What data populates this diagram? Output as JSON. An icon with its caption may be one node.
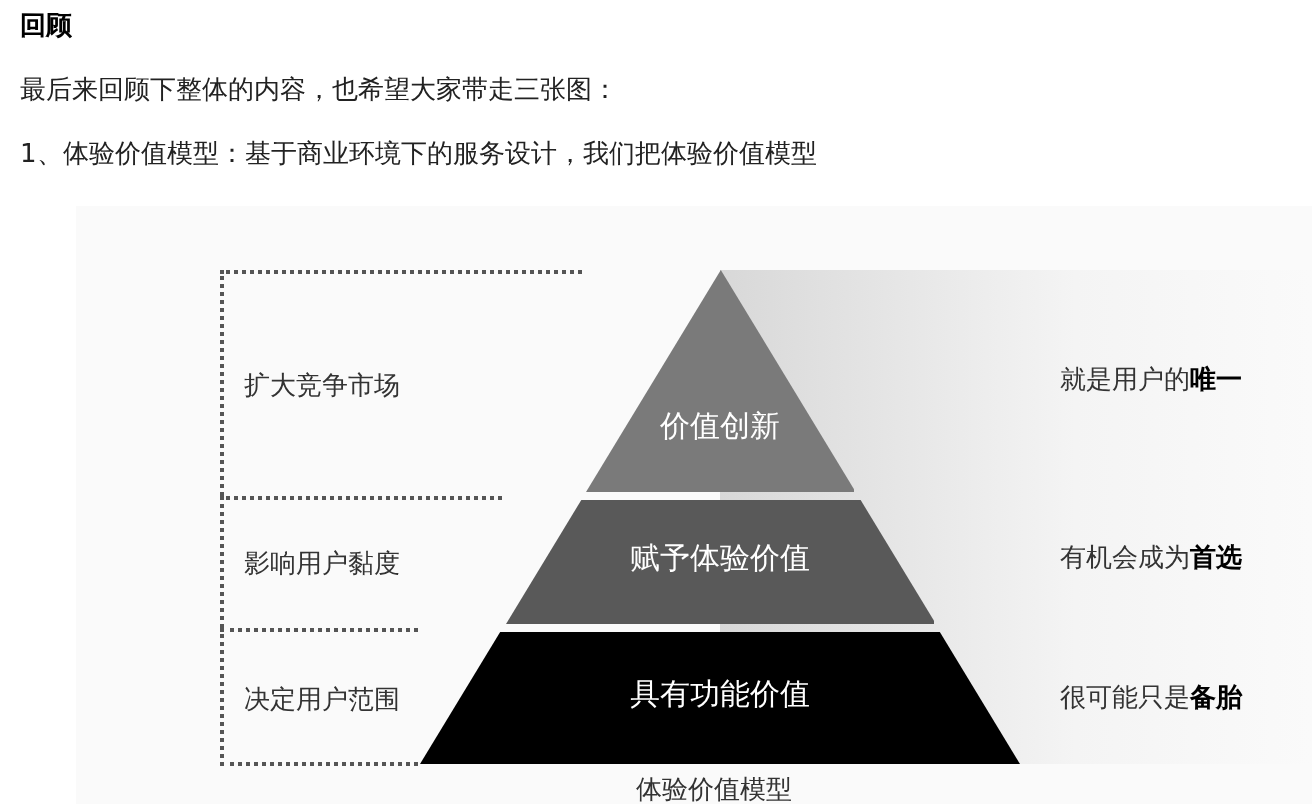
{
  "diagram": {
    "title": "回顾",
    "nodes": [
      {
        "text": [
          "扩大竞争市场"
        ]
      },
      {
        "text": [
          "价值创新"
        ]
      },
      {
        "text": [
          "影响用户黏度"
        ]
      },
      {
        "text": [
          "赋予体验价值"
        ]
      },
      {
        "text": [
          "决定用户范围"
        ]
      },
      {
        "text": [
          "具有功能价值"
        ]
      }
    ],
    "labels": [
      "最后来回顾下整体的内容，也希望大家带走三张图：",
      "1、体验价值模型：基于商业环境下的服务设计，我们把体验价值模型",
      "就是用户的**唯一**",
      "有机会成为**首选**",
      "很可能只是**备胎**"
    ],
    "caption": "体验价值模型"
  }
}
